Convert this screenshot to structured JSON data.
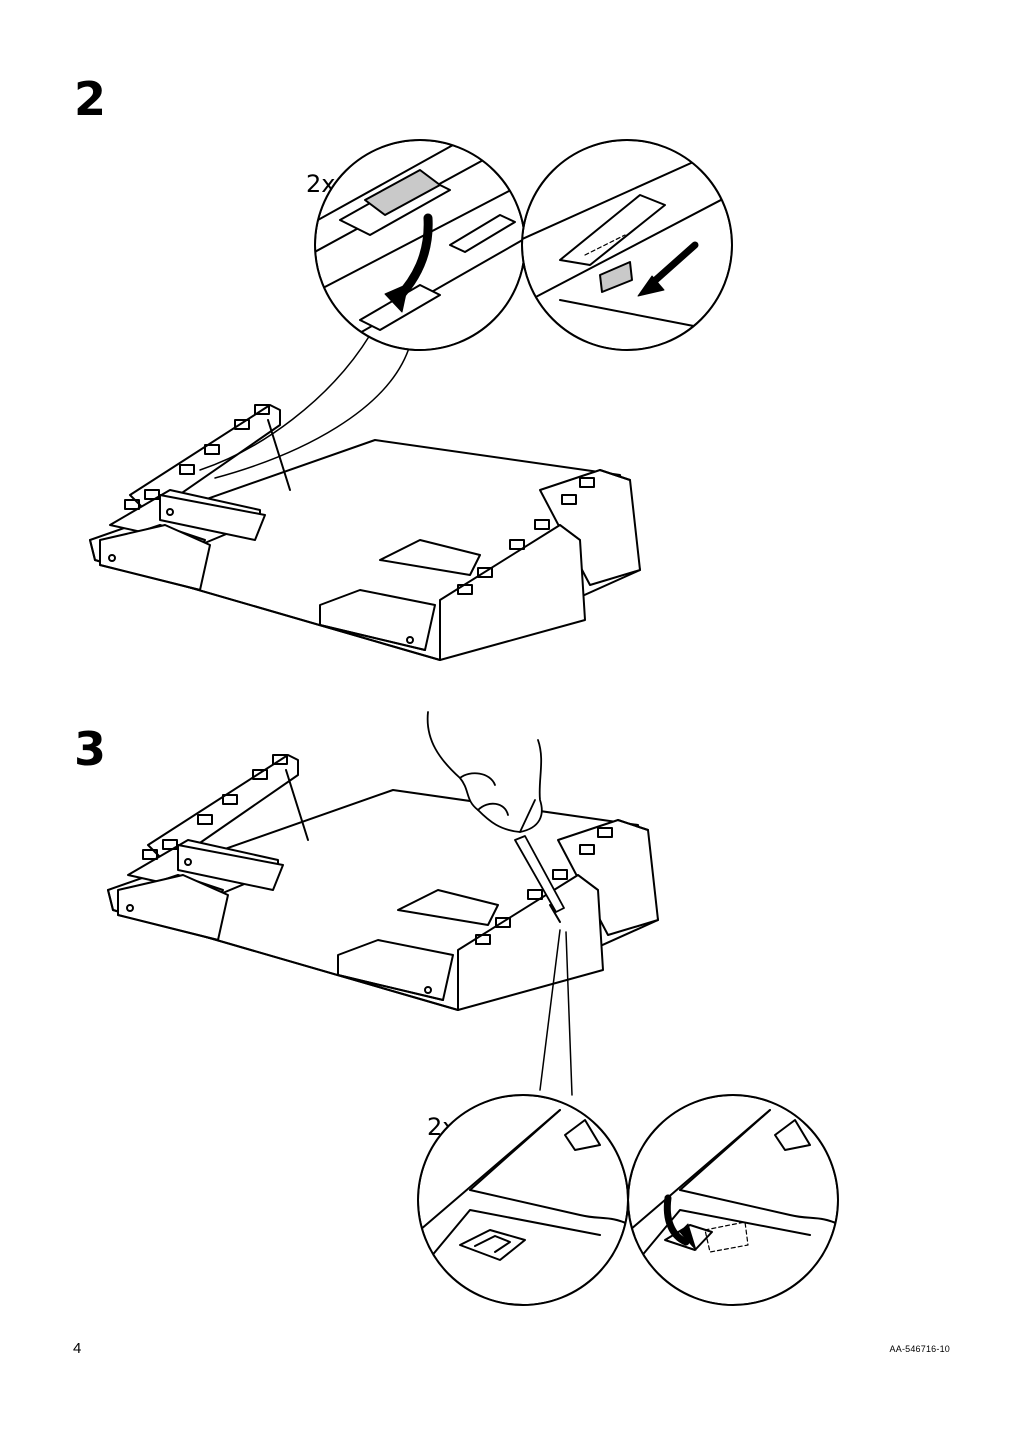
{
  "steps": [
    {
      "number": "2",
      "quantity": "2x"
    },
    {
      "number": "3",
      "quantity": "2x"
    }
  ],
  "footer": {
    "page_number": "4",
    "document_code": "AA-546716-10"
  }
}
